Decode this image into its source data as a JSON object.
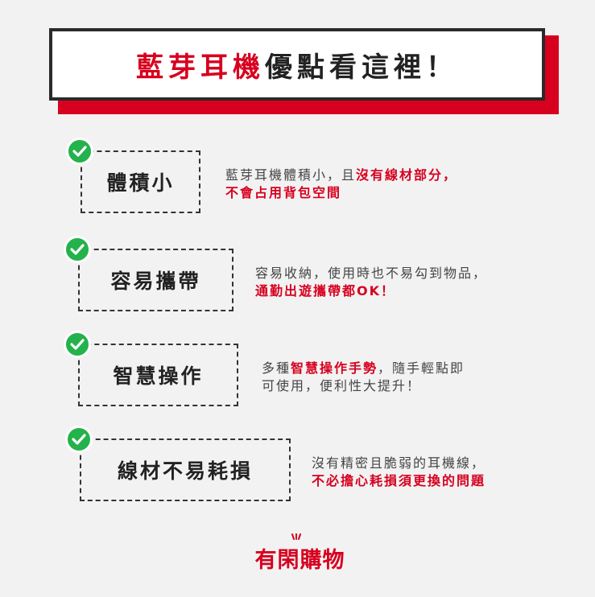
{
  "header": {
    "title_highlight": "藍芽耳機",
    "title_rest": "優點看這裡！"
  },
  "items": [
    {
      "label": "體積小",
      "desc": [
        [
          {
            "t": "藍芽耳機體積小，且",
            "red": false
          },
          {
            "t": "沒有線材部分，",
            "red": true
          }
        ],
        [
          {
            "t": "不會占用背包空間",
            "red": true
          }
        ]
      ]
    },
    {
      "label": "容易攜帶",
      "desc": [
        [
          {
            "t": "容易收納，使用時也不易勾到物品，",
            "red": false
          }
        ],
        [
          {
            "t": "通勤出遊攜帶都OK！",
            "red": true
          }
        ]
      ]
    },
    {
      "label": "智慧操作",
      "desc": [
        [
          {
            "t": "多種",
            "red": false
          },
          {
            "t": "智慧操作手勢",
            "red": true
          },
          {
            "t": "，隨手輕點即",
            "red": false
          }
        ],
        [
          {
            "t": "可使用，便利性大提升！",
            "red": false
          }
        ]
      ]
    },
    {
      "label": "線材不易耗損",
      "desc": [
        [
          {
            "t": "沒有精密且脆弱的耳機線，",
            "red": false
          }
        ],
        [
          {
            "t": "不必擔心耗損須更換的問題",
            "red": true
          }
        ]
      ]
    }
  ],
  "brand": {
    "logo_text": "有閑購物",
    "icon": "check-icon"
  },
  "colors": {
    "accent": "#d7001f",
    "check": "#23b24b",
    "text": "#333333",
    "background": "#f2f2f2"
  }
}
